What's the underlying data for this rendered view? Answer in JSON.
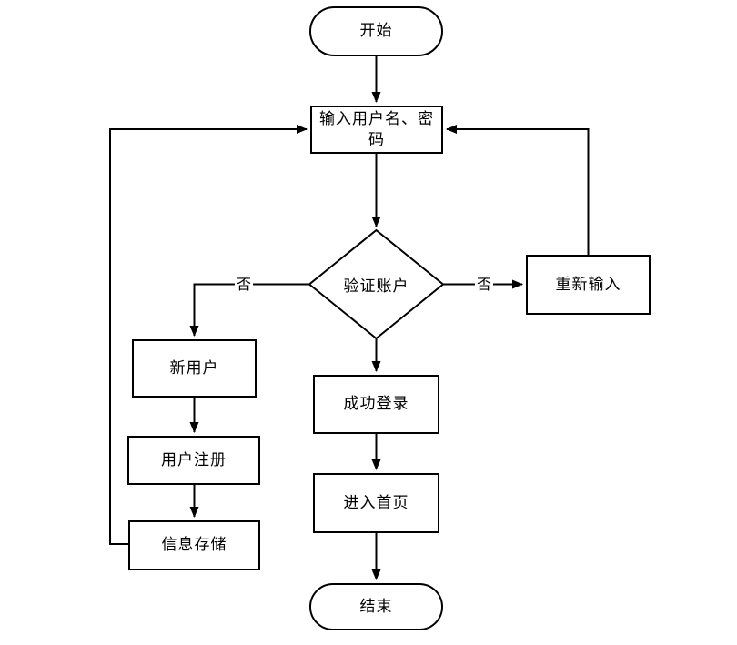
{
  "diagram": {
    "type": "flowchart",
    "colors": {
      "stroke": "#000000",
      "background": "#ffffff",
      "text": "#000000"
    },
    "nodes": [
      {
        "id": "start",
        "type": "terminator",
        "label": "开始"
      },
      {
        "id": "input",
        "type": "process",
        "label": "输入用户名、密码"
      },
      {
        "id": "verify",
        "type": "decision",
        "label": "验证账户"
      },
      {
        "id": "newuser",
        "type": "process",
        "label": "新用户"
      },
      {
        "id": "register",
        "type": "process",
        "label": "用户注册"
      },
      {
        "id": "store",
        "type": "process",
        "label": "信息存储"
      },
      {
        "id": "retry",
        "type": "process",
        "label": "重新输入"
      },
      {
        "id": "success",
        "type": "process",
        "label": "成功登录"
      },
      {
        "id": "homepage",
        "type": "process",
        "label": "进入首页"
      },
      {
        "id": "end",
        "type": "terminator",
        "label": "结束"
      }
    ],
    "edge_labels": {
      "verify_to_newuser": "否",
      "verify_to_retry": "否"
    },
    "edges": [
      {
        "from": "start",
        "to": "input"
      },
      {
        "from": "input",
        "to": "verify"
      },
      {
        "from": "verify",
        "to": "newuser",
        "label": "否"
      },
      {
        "from": "verify",
        "to": "retry",
        "label": "否"
      },
      {
        "from": "verify",
        "to": "success"
      },
      {
        "from": "newuser",
        "to": "register"
      },
      {
        "from": "register",
        "to": "store"
      },
      {
        "from": "store",
        "to": "input"
      },
      {
        "from": "retry",
        "to": "input"
      },
      {
        "from": "success",
        "to": "homepage"
      },
      {
        "from": "homepage",
        "to": "end"
      }
    ]
  }
}
